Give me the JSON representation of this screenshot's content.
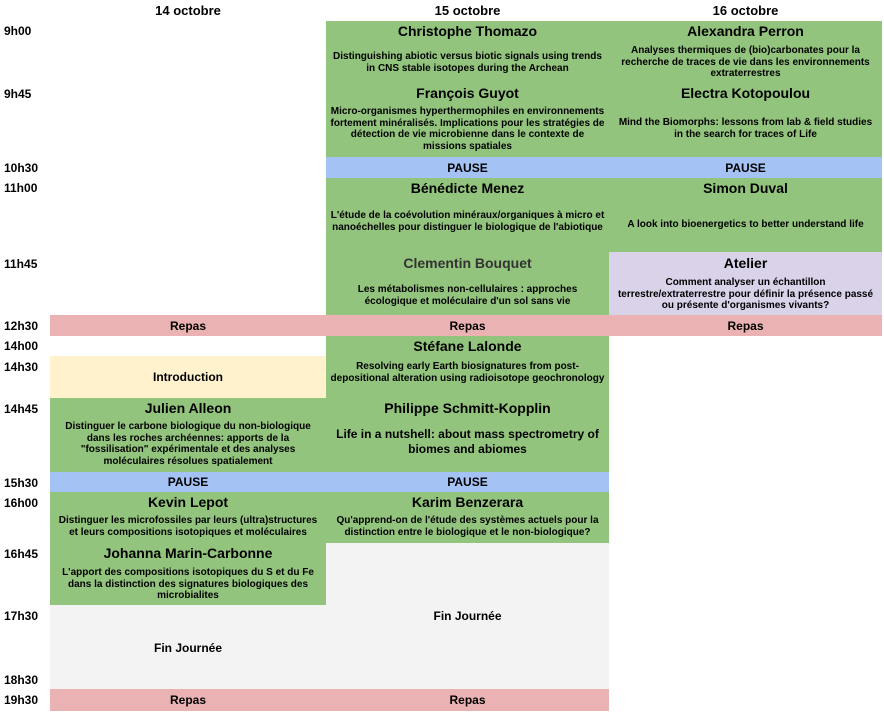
{
  "days": [
    "14 octobre",
    "15 octobre",
    "16 octobre"
  ],
  "times": [
    "9h00",
    "9h45",
    "10h30",
    "11h00",
    "11h45",
    "12h30",
    "14h00",
    "14h30",
    "14h45",
    "15h30",
    "16h00",
    "16h45",
    "17h30",
    "18h30",
    "19h30"
  ],
  "sessions": {
    "thomazo": {
      "name": "Christophe Thomazo",
      "title": "Distinguishing abiotic versus biotic signals using trends in CNS stable isotopes during the Archean"
    },
    "perron": {
      "name": "Alexandra Perron",
      "title": "Analyses thermiques de (bio)carbonates pour la recherche de traces de vie dans les environnements extraterrestres"
    },
    "guyot": {
      "name": "François Guyot",
      "title": "Micro-organismes hyperthermophiles en environnements fortement minéralisés. Implications pour les stratégies de détection de vie microbienne dans le contexte de missions spatiales"
    },
    "kotopoulou": {
      "name": "Electra Kotopoulou",
      "title": "Mind the Biomorphs: lessons from lab & field studies in the search for traces of Life"
    },
    "menez": {
      "name": "Bénédicte Menez",
      "title": "L'étude de la coévolution minéraux/organiques à micro et nanoéchelles pour distinguer le biologique de l'abiotique"
    },
    "duval": {
      "name": "Simon Duval",
      "title": "A look into bioenergetics to better understand life"
    },
    "bouquet": {
      "name": "Clementin Bouquet",
      "title": "Les métabolismes non-cellulaires : approches écologique et moléculaire d'un sol sans vie"
    },
    "atelier": {
      "name": "Atelier",
      "title": "Comment analyser un échantillon terrestre/extraterrestre pour définir la présence passé ou présente d'organismes vivants?"
    },
    "lalonde": {
      "name": "Stéfane Lalonde",
      "title": "Resolving early Earth biosignatures from post-depositional alteration using radioisotope geochronology"
    },
    "introduction": {
      "name": "Introduction"
    },
    "alleon": {
      "name": "Julien Alleon",
      "title": "Distinguer le carbone biologique du non-biologique dans les roches archéennes: apports de la \"fossilisation\" expérimentale et des analyses moléculaires résolues spatialement"
    },
    "schmitt": {
      "name": "Philippe Schmitt-Kopplin",
      "title": "Life in a nutshell: about mass spectrometry of biomes and abiomes"
    },
    "lepot": {
      "name": "Kevin Lepot",
      "title": "Distinguer les microfossiles par leurs (ultra)structures et leurs compositions isotopiques et moléculaires"
    },
    "benzerara": {
      "name": "Karim Benzerara",
      "title": "Qu'apprend-on de l'étude des systèmes actuels pour la distinction entre le biologique et le non-biologique?"
    },
    "marin": {
      "name": "Johanna Marin-Carbonne",
      "title": "L'apport des compositions isotopiques du S et du Fe dans la distinction des signatures biologiques des microbialites"
    }
  },
  "labels": {
    "pause": "PAUSE",
    "repas": "Repas",
    "fin": "Fin Journée"
  }
}
